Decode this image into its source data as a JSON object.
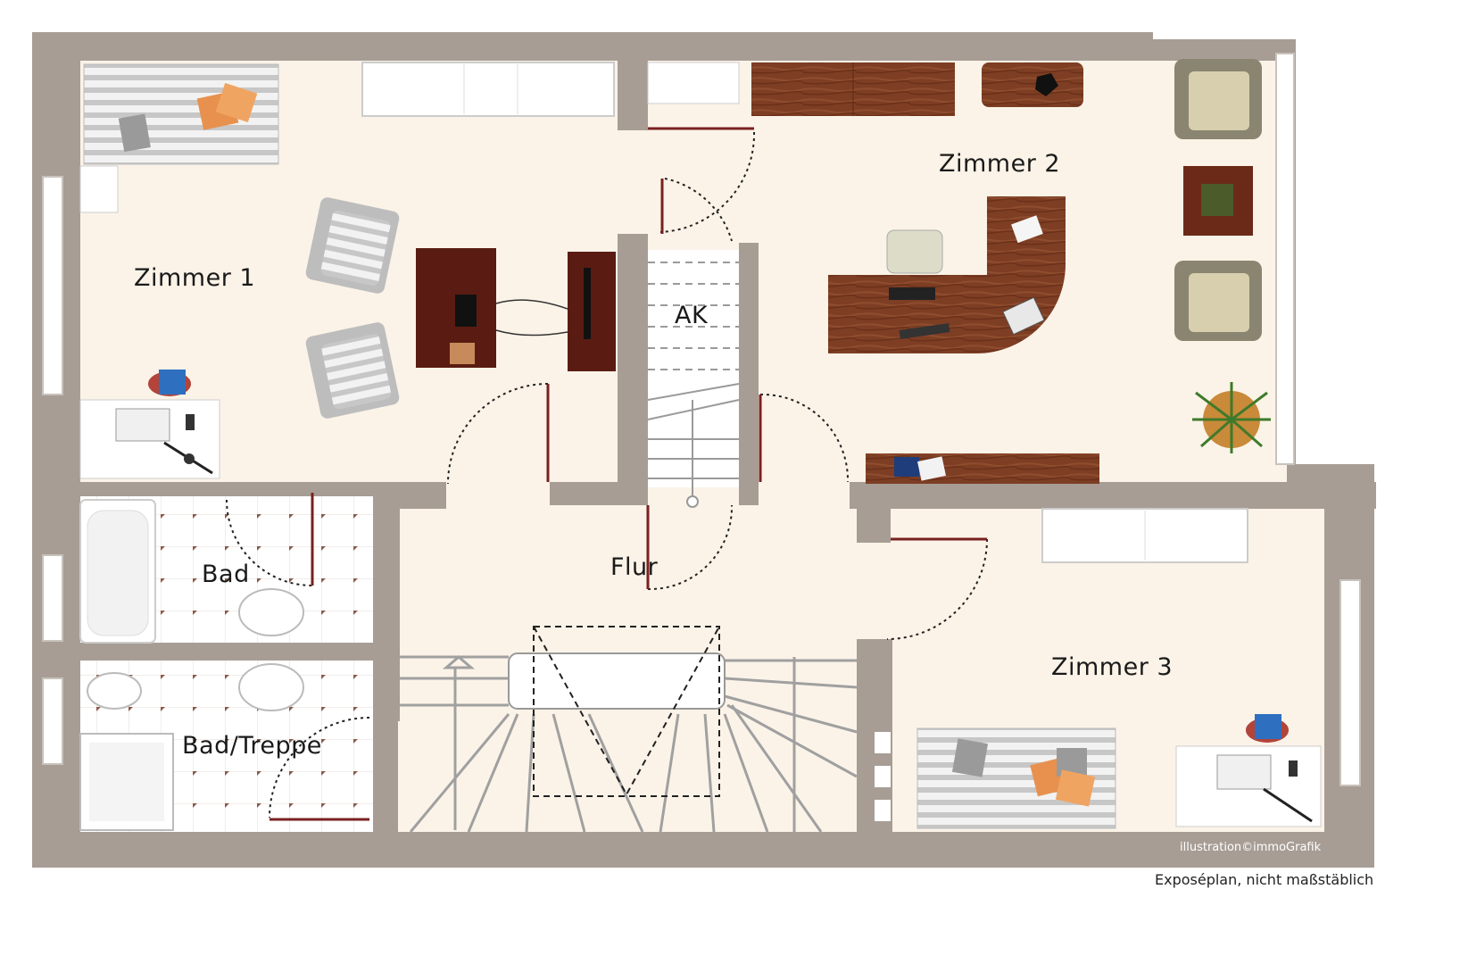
{
  "plan": {
    "rooms": {
      "zimmer1": "Zimmer 1",
      "zimmer2": "Zimmer 2",
      "zimmer3": "Zimmer 3",
      "ak": "AK",
      "bad": "Bad",
      "bad_treppe": "Bad/Treppe",
      "flur": "Flur"
    },
    "credit": "illustration©immoGrafik",
    "note": "Exposéplan, nicht maßstäblich"
  },
  "colors": {
    "wall": "#a79d95",
    "floor": "#fbf3e8",
    "wood": "#7a3a21",
    "tile_dot": "#8a5a4a",
    "door": "#7a2020"
  }
}
